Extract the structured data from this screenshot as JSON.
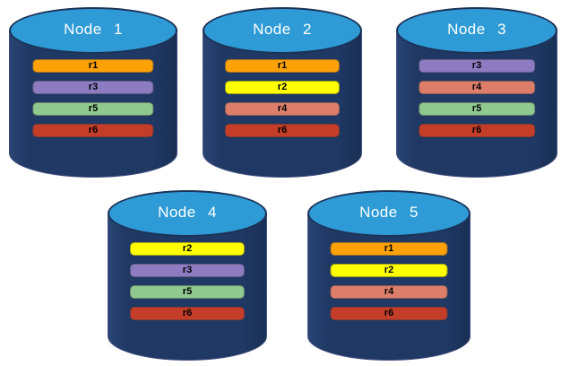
{
  "diagram": {
    "kind": "replicated-partition-distribution",
    "colors": {
      "background": "#FFFFFF",
      "cylinder_body": "#1F3864",
      "cylinder_top": "#2E9BD6",
      "node_label_text": "#FFFFFF",
      "partition_label_text": "#000000"
    },
    "partition_colors": {
      "r1": "#FCA108",
      "r2": "#FFFF00",
      "r3": "#8E7CC3",
      "r4": "#DD7E6B",
      "r5": "#8FC98F",
      "r6": "#C43D28"
    }
  },
  "nodes": [
    {
      "label": "Node 1",
      "partitions": [
        {
          "id": "r1",
          "color": "#FCA108"
        },
        {
          "id": "r3",
          "color": "#8E7CC3"
        },
        {
          "id": "r5",
          "color": "#8FC98F"
        },
        {
          "id": "r6",
          "color": "#C43D28"
        }
      ]
    },
    {
      "label": "Node 2",
      "partitions": [
        {
          "id": "r1",
          "color": "#FCA108"
        },
        {
          "id": "r2",
          "color": "#FFFF00"
        },
        {
          "id": "r4",
          "color": "#DD7E6B"
        },
        {
          "id": "r6",
          "color": "#C43D28"
        }
      ]
    },
    {
      "label": "Node 3",
      "partitions": [
        {
          "id": "r3",
          "color": "#8E7CC3"
        },
        {
          "id": "r4",
          "color": "#DD7E6B"
        },
        {
          "id": "r5",
          "color": "#8FC98F"
        },
        {
          "id": "r6",
          "color": "#C43D28"
        }
      ]
    },
    {
      "label": "Node 4",
      "partitions": [
        {
          "id": "r2",
          "color": "#FFFF00"
        },
        {
          "id": "r3",
          "color": "#8E7CC3"
        },
        {
          "id": "r5",
          "color": "#8FC98F"
        },
        {
          "id": "r6",
          "color": "#C43D28"
        }
      ]
    },
    {
      "label": "Node 5",
      "partitions": [
        {
          "id": "r1",
          "color": "#FCA108"
        },
        {
          "id": "r2",
          "color": "#FFFF00"
        },
        {
          "id": "r4",
          "color": "#DD7E6B"
        },
        {
          "id": "r6",
          "color": "#C43D28"
        }
      ]
    }
  ]
}
